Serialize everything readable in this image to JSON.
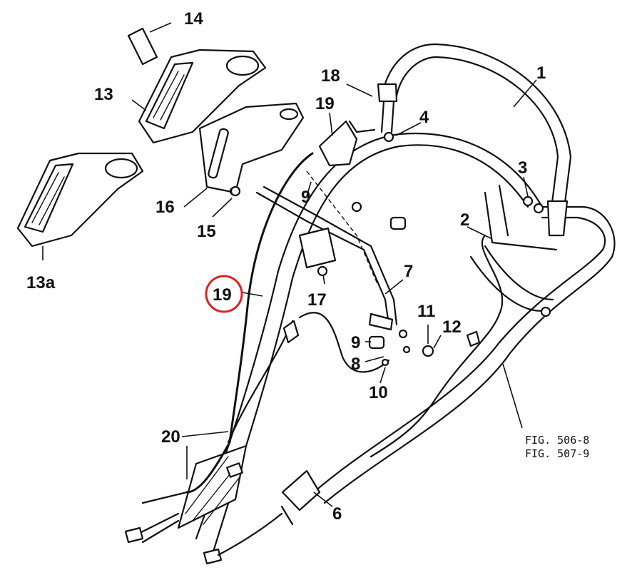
{
  "highlight_color": "#e02020",
  "highlighted_part": "19",
  "callouts": [
    {
      "id": "c1",
      "label": "1"
    },
    {
      "id": "c2",
      "label": "2"
    },
    {
      "id": "c3",
      "label": "3"
    },
    {
      "id": "c4",
      "label": "4"
    },
    {
      "id": "c6",
      "label": "6"
    },
    {
      "id": "c7",
      "label": "7"
    },
    {
      "id": "c8",
      "label": "8"
    },
    {
      "id": "c9a",
      "label": "9"
    },
    {
      "id": "c9b",
      "label": "9"
    },
    {
      "id": "c10",
      "label": "10"
    },
    {
      "id": "c11",
      "label": "11"
    },
    {
      "id": "c12",
      "label": "12"
    },
    {
      "id": "c13",
      "label": "13"
    },
    {
      "id": "c13a",
      "label": "13a"
    },
    {
      "id": "c14",
      "label": "14"
    },
    {
      "id": "c15",
      "label": "15"
    },
    {
      "id": "c16",
      "label": "16"
    },
    {
      "id": "c17",
      "label": "17"
    },
    {
      "id": "c18",
      "label": "18"
    },
    {
      "id": "c19a",
      "label": "19"
    },
    {
      "id": "c19b",
      "label": "19"
    },
    {
      "id": "c20",
      "label": "20"
    }
  ],
  "figure_refs": [
    "FIG. 506-8",
    "FIG. 507-9"
  ]
}
